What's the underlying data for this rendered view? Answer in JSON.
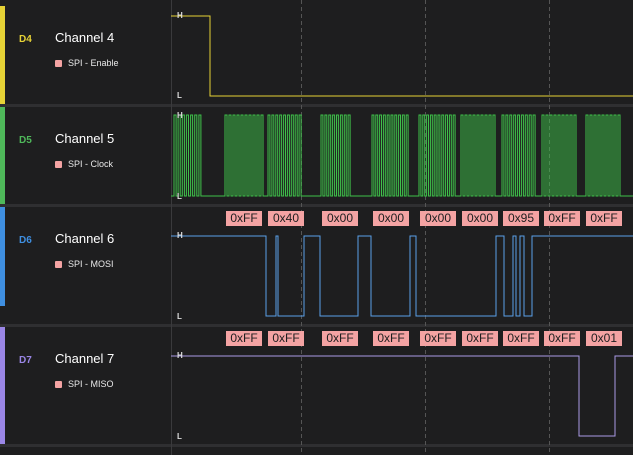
{
  "channels": [
    {
      "digital": "D4",
      "name": "Channel 4",
      "annotation": "SPI - Enable",
      "color": "#e6d236",
      "high_label": "H",
      "low_label": "L"
    },
    {
      "digital": "D5",
      "name": "Channel 5",
      "annotation": "SPI - Clock",
      "color": "#4fb85a",
      "high_label": "H",
      "low_label": "L"
    },
    {
      "digital": "D6",
      "name": "Channel 6",
      "annotation": "SPI - MOSI",
      "color": "#3f8fe0",
      "high_label": "H",
      "low_label": "L"
    },
    {
      "digital": "D7",
      "name": "Channel 7",
      "annotation": "SPI - MISO",
      "color": "#9a86e6",
      "high_label": "H",
      "low_label": "L"
    }
  ],
  "mosi_bytes": [
    "0xFF",
    "0x40",
    "0x00",
    "0x00",
    "0x00",
    "0x00",
    "0x95",
    "0xFF",
    "0xFF"
  ],
  "miso_bytes": [
    "0xFF",
    "0xFF",
    "0xFF",
    "0xFF",
    "0xFF",
    "0xFF",
    "0xFF",
    "0xFF",
    "0x01"
  ],
  "annotation_color": "#f4a3a3",
  "trace_colors": {
    "enable": "#e6d236",
    "clock": "#3fc24a",
    "mosi": "#5aa0e8",
    "miso": "#a99ae6"
  }
}
